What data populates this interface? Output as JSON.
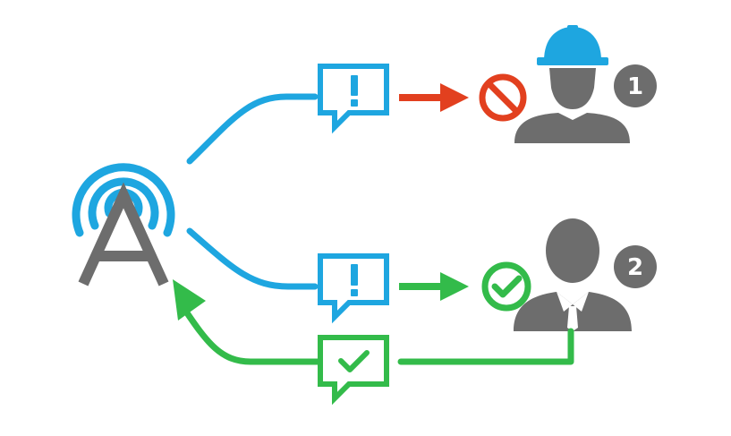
{
  "colors": {
    "blue": "#1ea6e0",
    "red": "#e2401f",
    "green": "#33bb4a",
    "gray": "#6d6d6d",
    "background": "#ffffff"
  },
  "icons": {
    "antenna": "antenna-tower-icon",
    "alert_message": "alert-message-icon",
    "confirm_message": "confirm-message-icon",
    "blocked": "blocked-icon",
    "accepted": "check-circle-icon",
    "worker": "worker-hardhat-icon",
    "manager": "manager-tie-icon"
  },
  "recipients": [
    {
      "badge": "1",
      "status": "blocked"
    },
    {
      "badge": "2",
      "status": "accepted"
    }
  ]
}
